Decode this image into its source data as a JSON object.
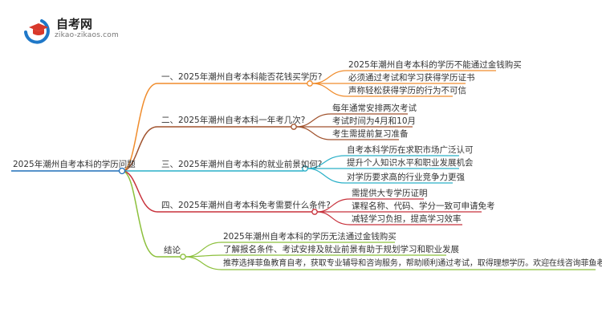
{
  "logo": {
    "brand": "自考网",
    "domain": "zikao-zikaos.com"
  },
  "root": "2025年潮州自考本科的学历问题",
  "branches": [
    {
      "label": "一、2025年潮州自考本科能否花钱买学历?",
      "color": "#f08c2c",
      "children": [
        "2025年潮州自考本科的学历不能通过金钱购买",
        "必须通过考试和学习获得学历证书",
        "声称轻松获得学历的行为不可信"
      ]
    },
    {
      "label": "二、2025年潮州自考本科一年考几次?",
      "color": "#a0522d",
      "children": [
        "每年通常安排两次考试",
        "考试时间为4月和10月",
        "考生需提前复习准备"
      ]
    },
    {
      "label": "三、2025年潮州自考本科的就业前景如何?",
      "color": "#2ab0c8",
      "children": [
        "自考本科学历在求职市场广泛认可",
        "提升个人知识水平和职业发展机会",
        "对学历要求高的行业竞争力更强"
      ]
    },
    {
      "label": "四、2025年潮州自考本科免考需要什么条件?",
      "color": "#c8323c",
      "children": [
        "需提供大专学历证明",
        "课程名称、代码、学分一致可申请免考",
        "减轻学习负担，提高学习效率"
      ]
    },
    {
      "label": "结论",
      "color": "#8cc03c",
      "children": [
        "2025年潮州自考本科的学历无法通过金钱购买",
        "了解报名条件、考试安排及就业前景有助于规划学习和职业发展",
        "推荐选择菲鱼教育自考，获取专业辅导和咨询服务，帮助顺利通过考试，取得理想学历。欢迎在线咨询菲鱼老师！"
      ]
    }
  ]
}
